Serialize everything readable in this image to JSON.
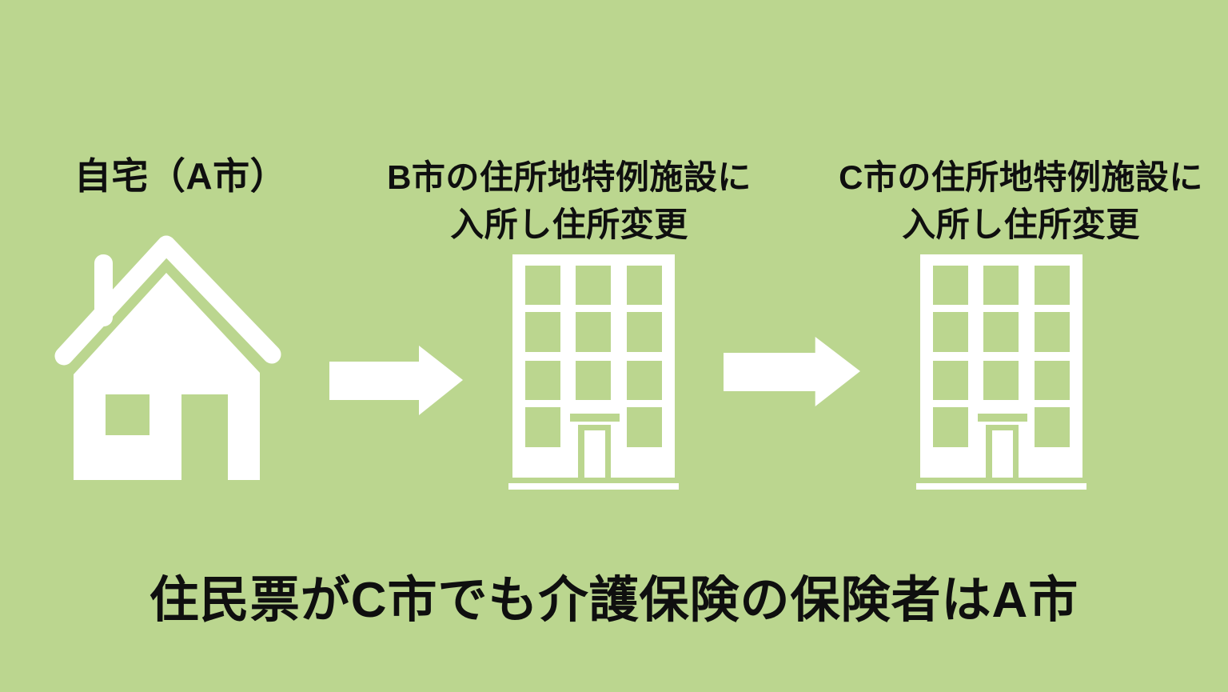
{
  "page": {
    "background": "#bbd68f",
    "text_color": "#0f0f0f",
    "icon_color": "#ffffff"
  },
  "flow": {
    "steps": [
      {
        "id": "home",
        "label_lines": [
          "自宅（A市）"
        ],
        "icon": "house-icon"
      },
      {
        "id": "facility-b",
        "label_lines": [
          "B市の住所地特例施設に",
          "入所し住所変更"
        ],
        "icon": "building-icon"
      },
      {
        "id": "facility-c",
        "label_lines": [
          "C市の住所地特例施設に",
          "入所し住所変更"
        ],
        "icon": "building-icon"
      }
    ],
    "connector_icon": "right-arrow-icon"
  },
  "caption": "住民票がC市でも介護保険の保険者はA市"
}
